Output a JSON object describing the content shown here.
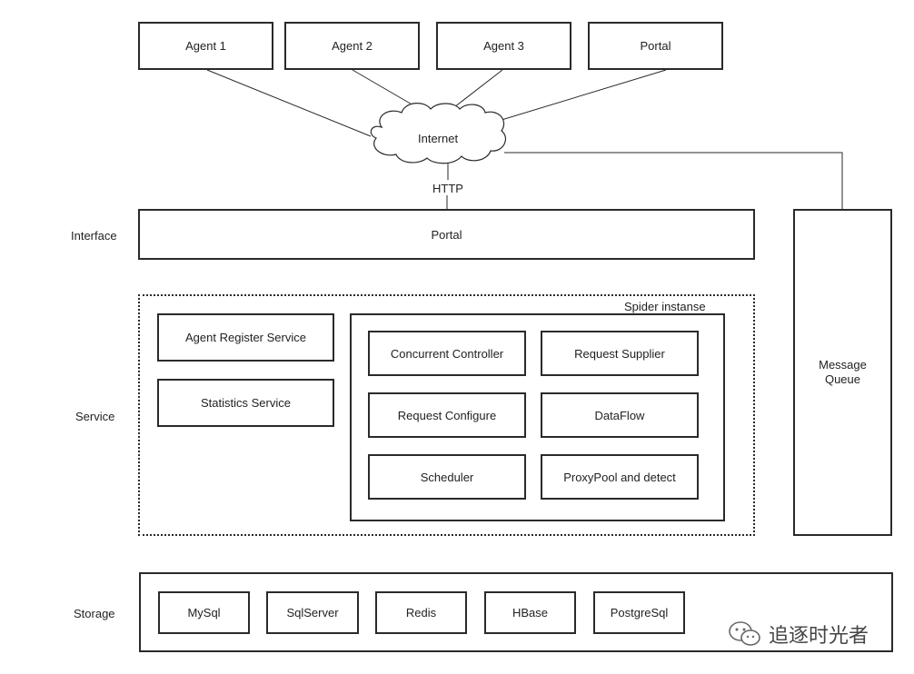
{
  "top": {
    "agents": [
      "Agent 1",
      "Agent 2",
      "Agent 3"
    ],
    "portal": "Portal"
  },
  "internet": "Internet",
  "http": "HTTP",
  "layers": {
    "interface": "Interface",
    "service": "Service",
    "storage": "Storage"
  },
  "interface_portal": "Portal",
  "message_queue": [
    "Message",
    "Queue"
  ],
  "service": {
    "left": [
      "Agent Register Service",
      "Statistics Service"
    ],
    "spider_title": "Spider instanse",
    "spider": [
      "Concurrent Controller",
      "Request Supplier",
      "Request Configure",
      "DataFlow",
      "Scheduler",
      "ProxyPool and detect"
    ]
  },
  "storage": [
    "MySql",
    "SqlServer",
    "Redis",
    "HBase",
    "PostgreSql"
  ],
  "watermark": "追逐时光者"
}
